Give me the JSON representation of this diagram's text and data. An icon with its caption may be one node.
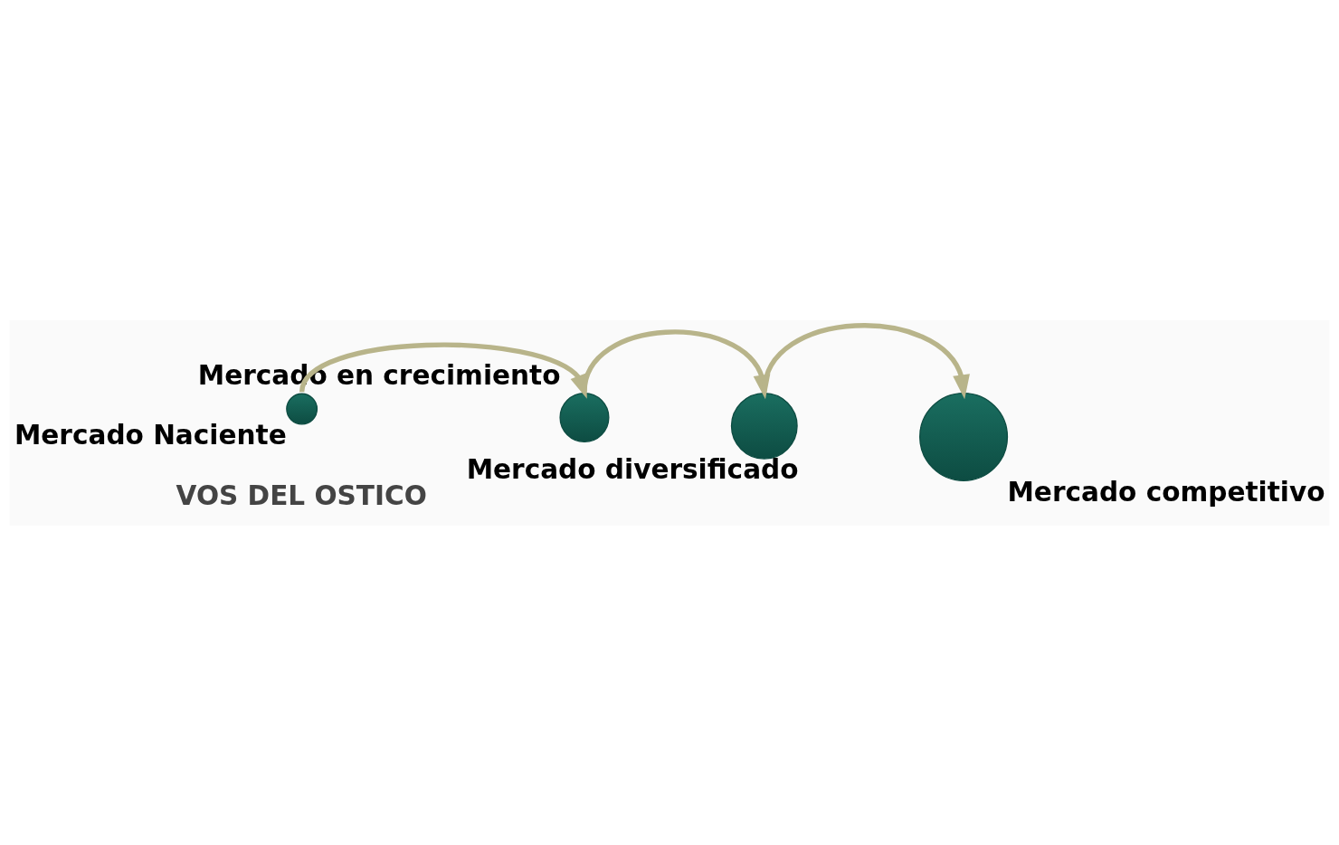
{
  "diagram": {
    "nodes": [
      {
        "text": [],
        "shape": "circle",
        "beside": [
          "Mercado Naciente"
        ]
      },
      {
        "text": [],
        "shape": "circle",
        "beside": [
          "Mercado en crecimiento"
        ]
      },
      {
        "text": [],
        "shape": "circle",
        "beside": [
          "Mercado diversificado"
        ]
      },
      {
        "text": [],
        "shape": "circle",
        "beside": [
          "Mercado competitivo"
        ]
      }
    ],
    "edges": [
      {
        "from": 0,
        "to": 1,
        "arrow": "to"
      },
      {
        "from": 1,
        "to": 2,
        "arrow": "to"
      },
      {
        "from": 2,
        "to": 3,
        "arrow": "to"
      }
    ],
    "labels": [
      "VOS DEL OSTICO"
    ]
  }
}
